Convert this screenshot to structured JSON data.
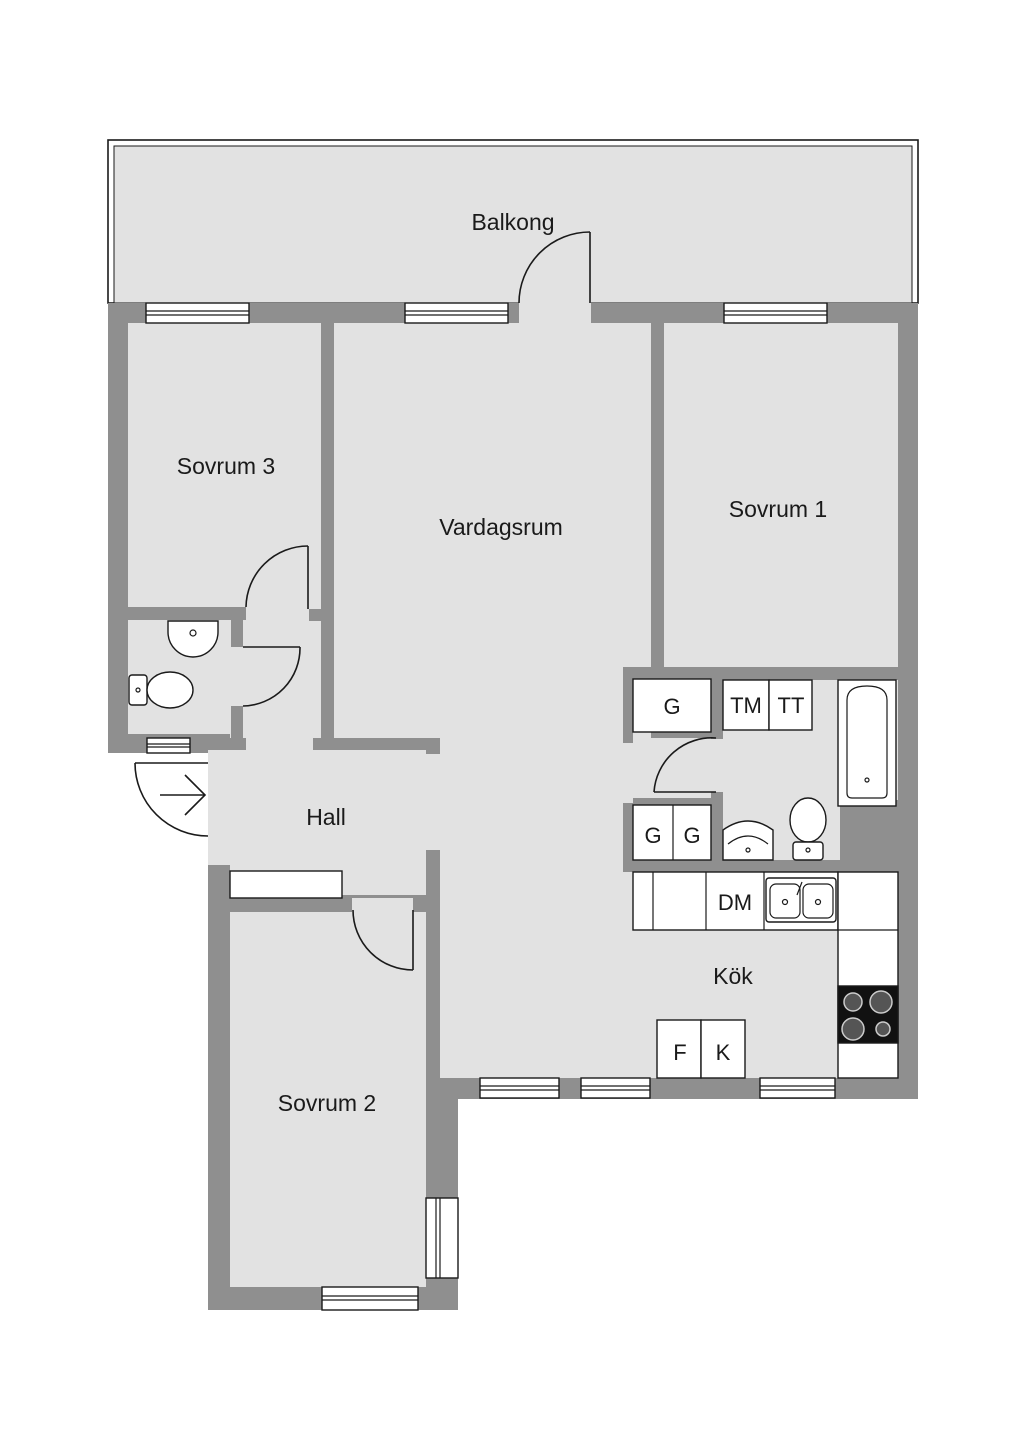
{
  "rooms": {
    "balkong": "Balkong",
    "sovrum3": "Sovrum 3",
    "vardagsrum": "Vardagsrum",
    "sovrum1": "Sovrum 1",
    "hall": "Hall",
    "kok": "Kök",
    "sovrum2": "Sovrum 2"
  },
  "fixtures": {
    "g_top": "G",
    "tm": "TM",
    "tt": "TT",
    "g_left": "G",
    "g_right": "G",
    "dm": "DM",
    "f": "F",
    "k": "K"
  },
  "colors": {
    "wall": "#8f8f8f",
    "floor": "#e2e2e2",
    "background": "#ffffff",
    "line": "#1a1a1a"
  }
}
